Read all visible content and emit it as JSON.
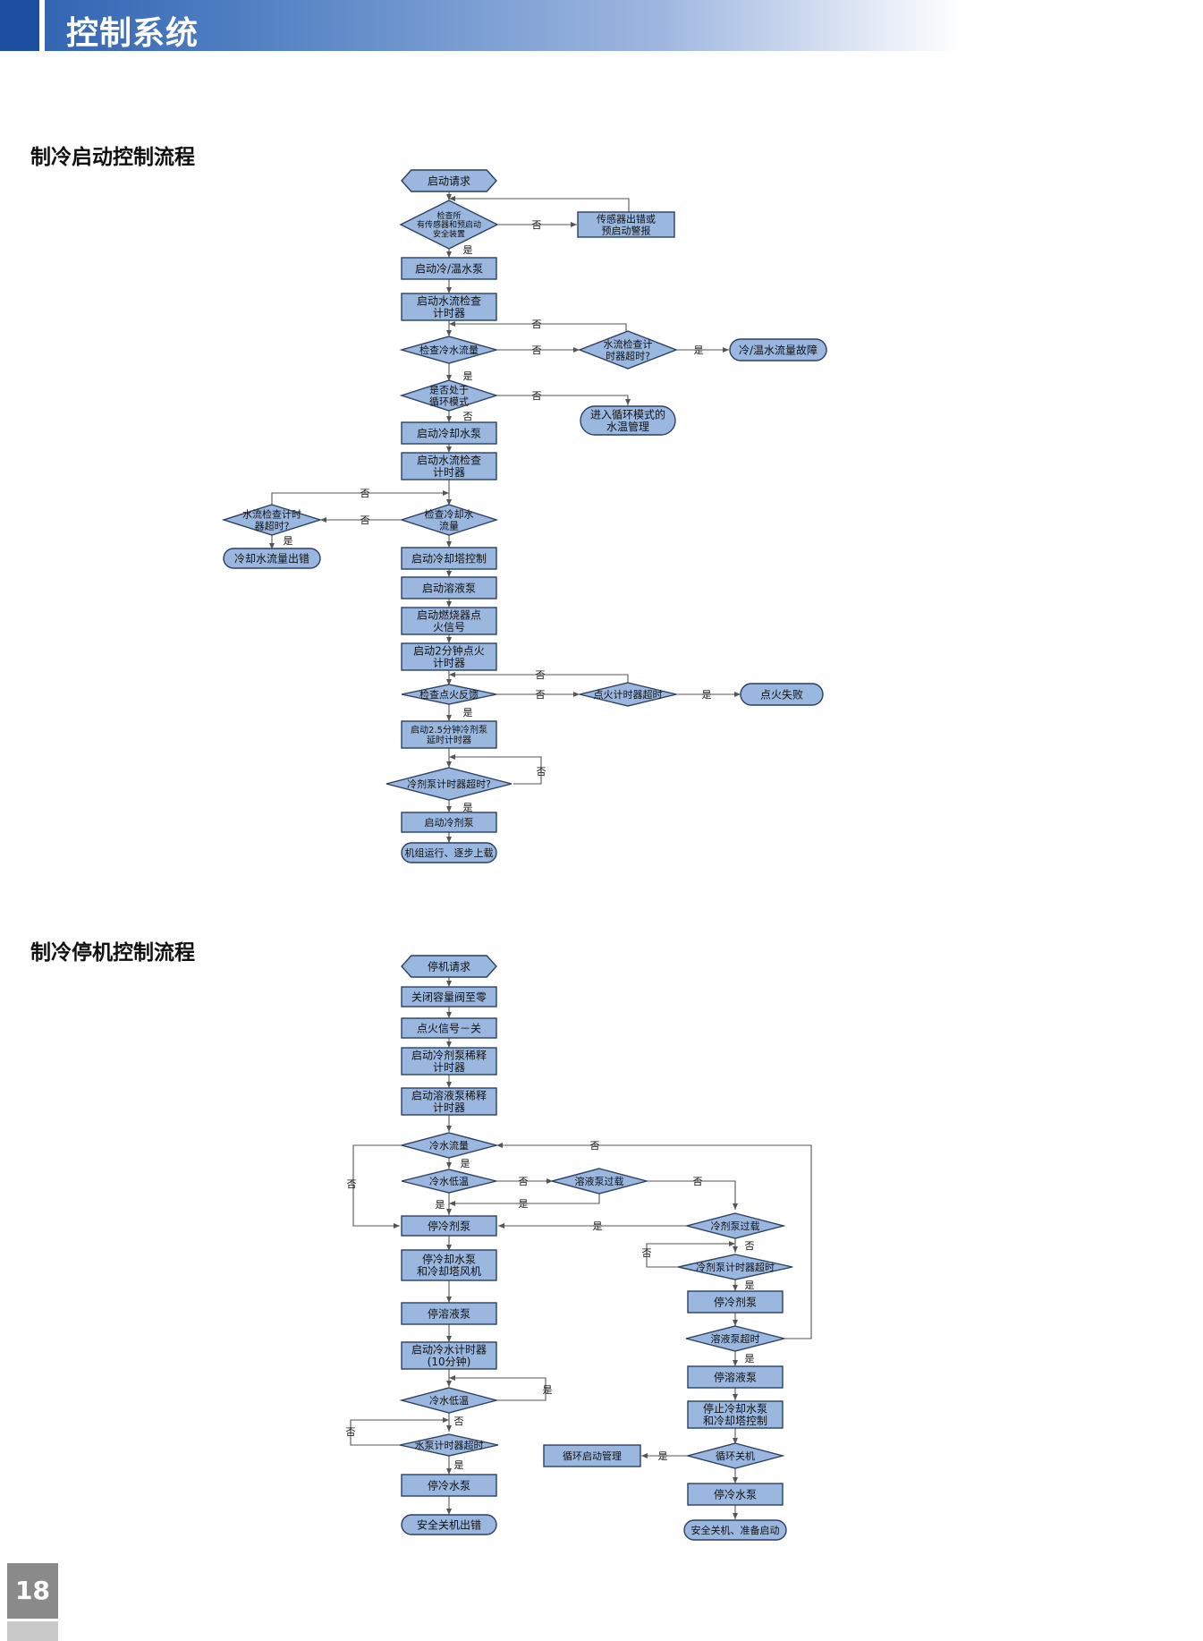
{
  "header": {
    "title": "控制系统"
  },
  "sections": {
    "startup_title": "制冷启动控制流程",
    "shutdown_title": "制冷停机控制流程"
  },
  "page_number": "18",
  "flow1": {
    "start_request": "启动请求",
    "check_sensors": [
      "检查所",
      "有传感器和预启动",
      "安全装置"
    ],
    "sensor_alarm": [
      "传感器出错或",
      "预启动警报"
    ],
    "start_chw_pump": "启动冷/温水泵",
    "start_flow_timer1": [
      "启动水流检查",
      "计时器"
    ],
    "check_chw_flow": "检查冷水流量",
    "flow_timer_timeout1": [
      "水流检查计",
      "时器超时?"
    ],
    "chw_flow_fault": "冷/温水流量故障",
    "cycle_mode_q": [
      "是否处于",
      "循环模式"
    ],
    "enter_cycle_mode": [
      "进入循环模式的",
      "水温管理"
    ],
    "start_cw_pump": "启动冷却水泵",
    "start_flow_timer2": [
      "启动水流检查",
      "计时器"
    ],
    "check_cw_flow": [
      "检查冷却水",
      "流量"
    ],
    "flow_timer_timeout2": [
      "水流检查计时",
      "器超时?"
    ],
    "cw_flow_error": "冷却水流量出错",
    "start_tower_ctrl": "启动冷却塔控制",
    "start_solution_pump": "启动溶液泵",
    "start_burner_ignition": [
      "启动燃烧器点",
      "火信号"
    ],
    "start_ignition_timer": [
      "启动2分钟点火",
      "计时器"
    ],
    "check_ignition": "检查点火反馈",
    "ignition_timer_timeout": "点火计时器超时",
    "ignition_failure": "点火失败",
    "start_refrigerant_delay": [
      "启动2.5分钟冷剂泵",
      "延时计时器"
    ],
    "refrigerant_timer_timeout": "冷剂泵计时器超时?",
    "start_refrigerant_pump": "启动冷剂泵",
    "unit_running": "机组运行、逐步上载"
  },
  "flow2": {
    "stop_request": "停机请求",
    "close_capacity_valve": "关闭容量阀至零",
    "ignition_off": "点火信号－关",
    "refrigerant_dilution_timer": [
      "启动冷剂泵稀释",
      "计时器"
    ],
    "solution_dilution_timer": [
      "启动溶液泵稀释",
      "计时器"
    ],
    "chw_flow": "冷水流量",
    "chw_low_temp": "冷水低温",
    "solution_pump_overload": "溶液泵过载",
    "stop_refrigerant_pump_l": "停冷剂泵",
    "refrigerant_pump_overload": "冷剂泵过载",
    "refrigerant_pump_timer_timeout": "冷剂泵计时器超时",
    "stop_refrigerant_pump_r": "停冷剂泵",
    "stop_cw_pump_tower_fan": [
      "停冷却水泵",
      "和冷却塔风机"
    ],
    "stop_solution_pump_l": "停溶液泵",
    "solution_pump_timeout": "溶液泵超时",
    "start_chw_timer": [
      "启动冷水计时器",
      "(10分钟)"
    ],
    "stop_solution_pump_r": "停溶液泵",
    "chw_low_temp2": "冷水低温",
    "stop_cw_pump_tower_ctrl": [
      "停止冷却水泵",
      "和冷却塔控制"
    ],
    "pump_timer_timeout": "水泵计时器超时",
    "cycle_shutdown": "循环关机",
    "cycle_start_mgmt": "循环启动管理",
    "stop_water_pump_l": "停冷水泵",
    "stop_water_pump_r": "停冷水泵",
    "safe_shutdown_error": "安全关机出错",
    "safe_shutdown_ready": "安全关机、准备启动"
  },
  "labels": {
    "yes": "是",
    "no": "否"
  },
  "colors": {
    "node_fill": "#9ab7df",
    "node_stroke": "#2b3f63",
    "line": "#555555"
  }
}
